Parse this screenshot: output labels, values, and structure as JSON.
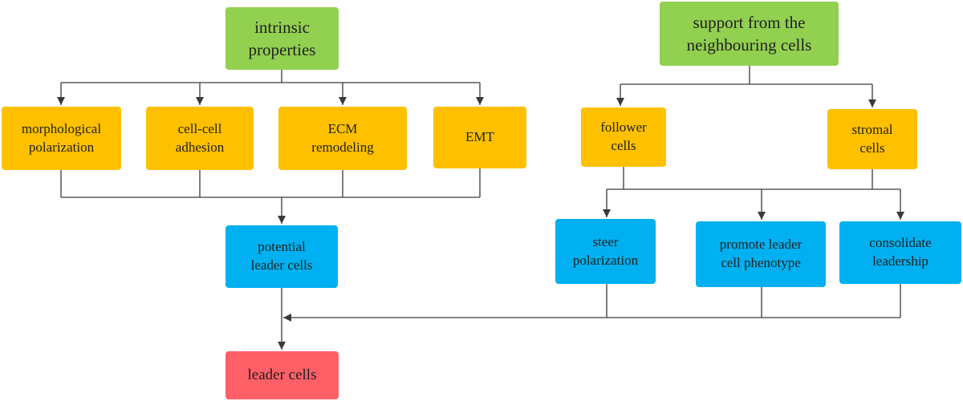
{
  "colors": {
    "root": "#92d050",
    "factor": "#ffc000",
    "intermediate": "#00b0f0",
    "outcome": "#ff5f67",
    "connector": "#3a3a3a"
  },
  "nodes": {
    "intrinsic_properties": "intrinsic\nproperties",
    "neighbour_support": "support from the\nneighbouring cells",
    "morphological_polarization": "morphological\npolarization",
    "cell_cell_adhesion": "cell-cell\nadhesion",
    "ecm_remodeling": "ECM\nremodeling",
    "emt": "EMT",
    "follower_cells": "follower\ncells",
    "stromal_cells": "stromal\ncells",
    "potential_leader_cells": "potential\nleader cells",
    "steer_polarization": "steer\npolarization",
    "promote_leader_phenotype": "promote leader\ncell phenotype",
    "consolidate_leadership": "consolidate\nleadership",
    "leader_cells": "leader cells"
  }
}
